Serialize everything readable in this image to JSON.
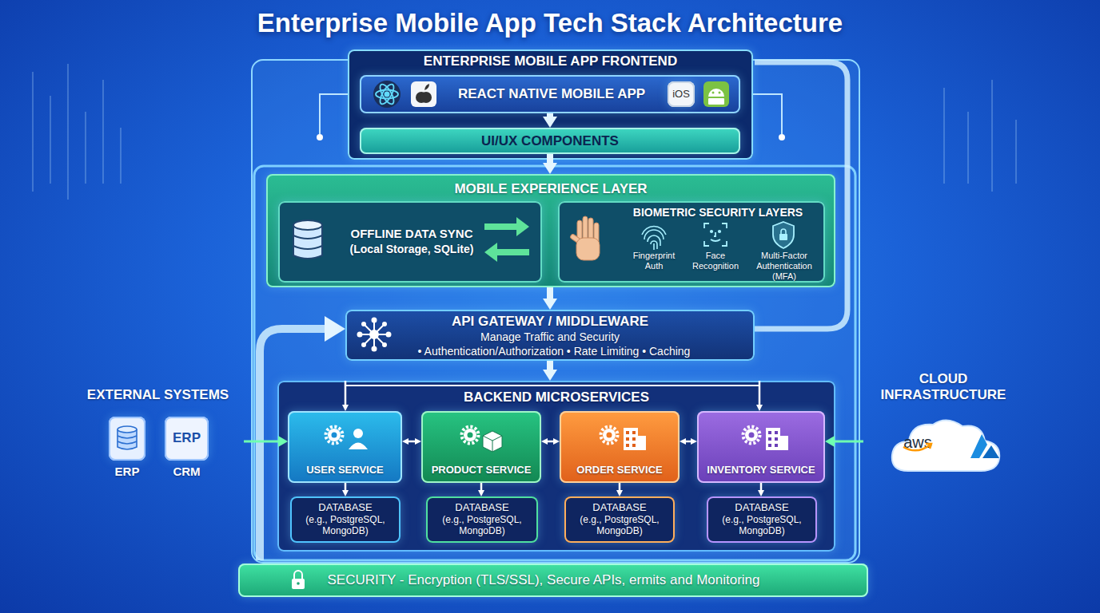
{
  "diagram": {
    "title": "Enterprise Mobile App Tech Stack Architecture",
    "nodes": [
      {
        "text": [
          "ENTERPRISE MOBILE APP FRONTEND"
        ]
      },
      {
        "text": [
          "REACT NATIVE MOBILE APP"
        ],
        "in": 0
      },
      {
        "text": [
          "iOS"
        ],
        "in": 1
      },
      {
        "text": [
          "UI/UX COMPONENTS"
        ],
        "in": 0
      },
      {
        "text": [
          "MOBILE EXPERIENCE LAYER"
        ]
      },
      {
        "text": [
          "OFFLINE DATA SYNC",
          "(Local Storage, SQLite)"
        ],
        "in": 4
      },
      {
        "text": [
          "BIOMETRIC SECURITY LAYERS",
          "Fingerprint Auth",
          "Face Recognition",
          "Multi-Factor Authentication (MFA)"
        ],
        "in": 4
      },
      {
        "text": [
          "API GATEWAY / MIDDLEWARE",
          "Manage Traffic and Security",
          "• Authentication/Authorization • Rate Limiting • Caching"
        ]
      },
      {
        "text": [
          "BACKEND MICROSERVICES"
        ]
      },
      {
        "text": [
          "USER SERVICE"
        ],
        "in": 8
      },
      {
        "text": [
          "PRODUCT SERVICE"
        ],
        "in": 8
      },
      {
        "text": [
          "ORDER SERVICE"
        ],
        "in": 8
      },
      {
        "text": [
          "INVENTORY SERVICE"
        ],
        "in": 8
      },
      {
        "text": [
          "DATABASE",
          "(e.g., PostgreSQL, MongoDB)"
        ],
        "in": 8
      },
      {
        "text": [
          "DATABASE",
          "(e.g., PostgreSQL, MongoDB)"
        ],
        "in": 8
      },
      {
        "text": [
          "DATABASE",
          "(e.g., PostgreSQL, MongoDB)"
        ],
        "in": 8
      },
      {
        "text": [
          "DATABASE",
          "(e.g., PostgreSQL, MongoDB)"
        ],
        "in": 8
      },
      {
        "text": [
          "EXTERNAL SYSTEMS"
        ]
      },
      {
        "text": [
          "ERP"
        ],
        "in": 17
      },
      {
        "text": [
          "ERP",
          "CRM"
        ],
        "in": 17
      },
      {
        "text": [
          "CLOUD INFRASTRUCTURE"
        ]
      },
      {
        "text": [
          "aws"
        ],
        "in": 20
      },
      {
        "text": [
          "SECURITY - Encryption (TLS/SSL), Secure APIs, ermits and Monitoring"
        ]
      }
    ],
    "edges": [
      {
        "from": 1,
        "to": 3,
        "arrow": "to"
      },
      {
        "from": 3,
        "to": 4,
        "arrow": "to"
      },
      {
        "from": 4,
        "to": 7,
        "arrow": "to"
      },
      {
        "from": 7,
        "to": 8,
        "arrow": "to"
      },
      {
        "from": 8,
        "to": 9,
        "arrow": "to"
      },
      {
        "from": 8,
        "to": 12,
        "arrow": "to"
      },
      {
        "from": 9,
        "to": 10,
        "arrow": "both"
      },
      {
        "from": 10,
        "to": 11,
        "arrow": "both"
      },
      {
        "from": 11,
        "to": 12,
        "arrow": "both"
      },
      {
        "from": 9,
        "to": 13,
        "arrow": "to"
      },
      {
        "from": 10,
        "to": 14,
        "arrow": "to"
      },
      {
        "from": 11,
        "to": 15,
        "arrow": "to"
      },
      {
        "from": 12,
        "to": 16,
        "arrow": "to"
      },
      {
        "from": 17,
        "to": 9,
        "arrow": "to"
      },
      {
        "from": 20,
        "to": 12,
        "arrow": "to"
      }
    ]
  }
}
